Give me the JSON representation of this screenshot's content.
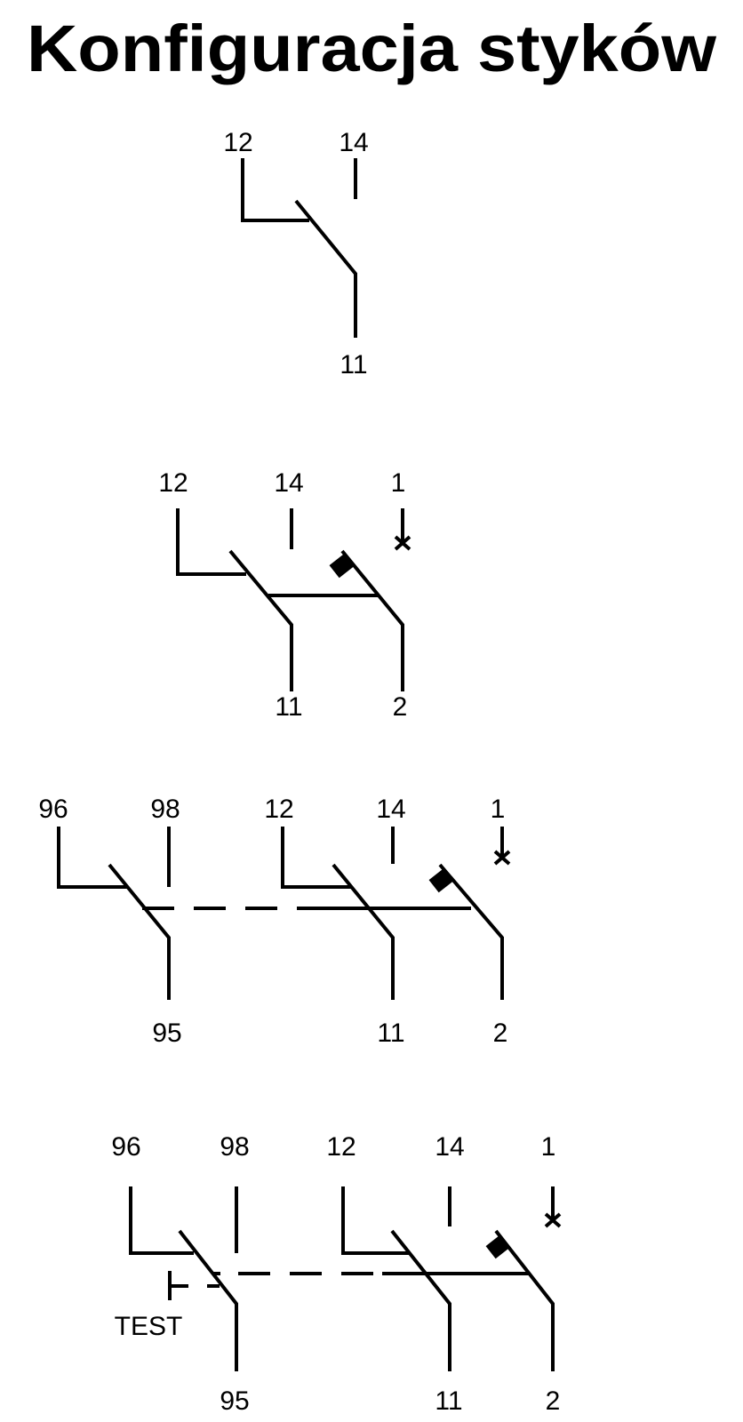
{
  "title": "Konfiguracja styków",
  "diagrams": [
    {
      "labels": {
        "nc": "12",
        "no": "14",
        "com": "11"
      }
    },
    {
      "labels": {
        "nc": "12",
        "no": "14",
        "com": "11",
        "in": "1",
        "out": "2"
      }
    },
    {
      "labels": {
        "t_nc": "96",
        "t_no": "98",
        "t_com": "95",
        "nc": "12",
        "no": "14",
        "com": "11",
        "in": "1",
        "out": "2"
      }
    },
    {
      "labels": {
        "t_nc": "96",
        "t_no": "98",
        "t_com": "95",
        "nc": "12",
        "no": "14",
        "com": "11",
        "in": "1",
        "out": "2",
        "test": "TEST"
      }
    }
  ]
}
